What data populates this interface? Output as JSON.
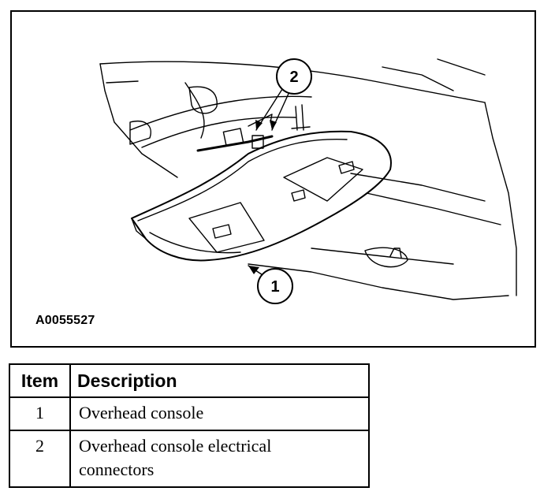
{
  "figure": {
    "id": "A0055527",
    "callouts": [
      "1",
      "2"
    ]
  },
  "legend": {
    "headers": {
      "item": "Item",
      "description": "Description"
    },
    "rows": [
      {
        "item": "1",
        "description_lines": [
          "Overhead console"
        ]
      },
      {
        "item": "2",
        "description_lines": [
          "Overhead console electrical",
          "connectors"
        ]
      }
    ]
  }
}
